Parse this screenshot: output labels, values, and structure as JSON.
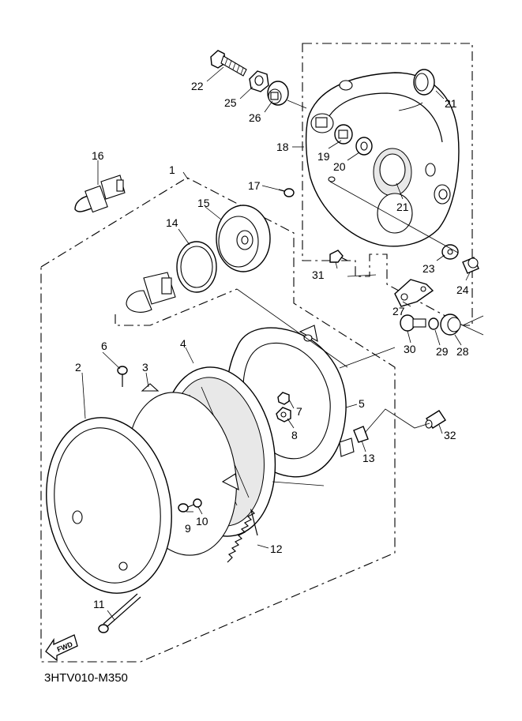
{
  "diagram": {
    "code": "3HTV010-M350",
    "fwd_label": "FWD",
    "labels": {
      "p1": "1",
      "p2": "2",
      "p3": "3",
      "p4": "4",
      "p5": "5",
      "p6": "6",
      "p7": "7",
      "p8": "8",
      "p9": "9",
      "p10": "10",
      "p11": "11",
      "p12": "12",
      "p13": "13",
      "p14": "14",
      "p15": "15",
      "p16": "16",
      "p17": "17",
      "p18": "18",
      "p19": "19",
      "p20": "20",
      "p21a": "21",
      "p21b": "21",
      "p22": "22",
      "p23": "23",
      "p24": "24",
      "p25": "25",
      "p26": "26",
      "p27": "27",
      "p28": "28",
      "p29": "29",
      "p30": "30",
      "p31": "31",
      "p32": "32"
    }
  }
}
